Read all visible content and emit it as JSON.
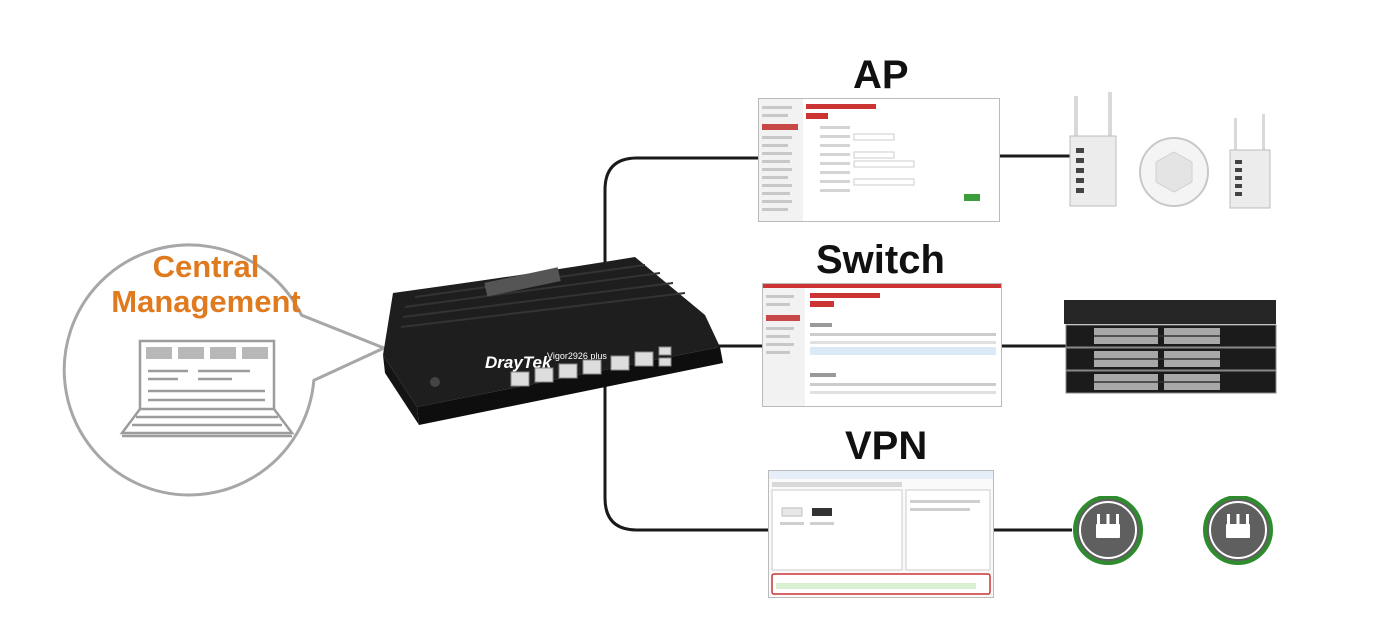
{
  "bubble": {
    "line1": "Central",
    "line2": "Management"
  },
  "router": {
    "brand": "DrayTek",
    "model": "Vigor2926 plus"
  },
  "sections": [
    {
      "title": "AP"
    },
    {
      "title": "Switch"
    },
    {
      "title": "VPN"
    }
  ],
  "icons": [
    "laptop-icon",
    "router-icon",
    "access-point-icon",
    "switch-icon",
    "vpn-router-icon"
  ],
  "colors": {
    "accent": "#e07a1f",
    "vpn_ring": "#2e8b2e",
    "device_dark": "#1a1a1a",
    "line": "#1a1a1a"
  }
}
